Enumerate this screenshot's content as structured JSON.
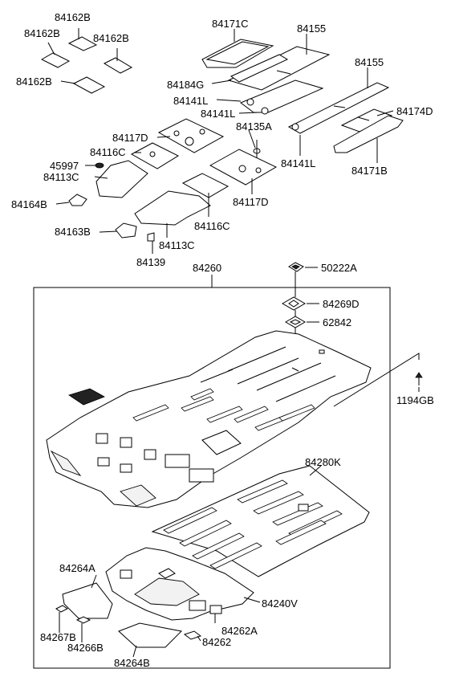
{
  "labels": {
    "l84162b_1": "84162B",
    "l84162b_2": "84162B",
    "l84162b_3": "84162B",
    "l84162b_4": "84162B",
    "l84171c": "84171C",
    "l84155_1": "84155",
    "l84155_2": "84155",
    "l84184g": "84184G",
    "l84141l_1": "84141L",
    "l84141l_2": "84141L",
    "l84141l_3": "84141L",
    "l84174d": "84174D",
    "l84171b": "84171B",
    "l84117d_1": "84117D",
    "l84117d_2": "84117D",
    "l84135a": "84135A",
    "l84116c_1": "84116C",
    "l84116c_2": "84116C",
    "l45997": "45997",
    "l84113c_1": "84113C",
    "l84113c_2": "84113C",
    "l84164b": "84164B",
    "l84163b": "84163B",
    "l84139": "84139",
    "l84260": "84260",
    "l50222a": "50222A",
    "l84269d": "84269D",
    "l62842": "62842",
    "l1194gb": "1194GB",
    "l84280k": "84280K",
    "l84264a": "84264A",
    "l84240v": "84240V",
    "l84267b": "84267B",
    "l84266b": "84266B",
    "l84262a": "84262A",
    "l84262": "84262",
    "l84264b": "84264B"
  }
}
